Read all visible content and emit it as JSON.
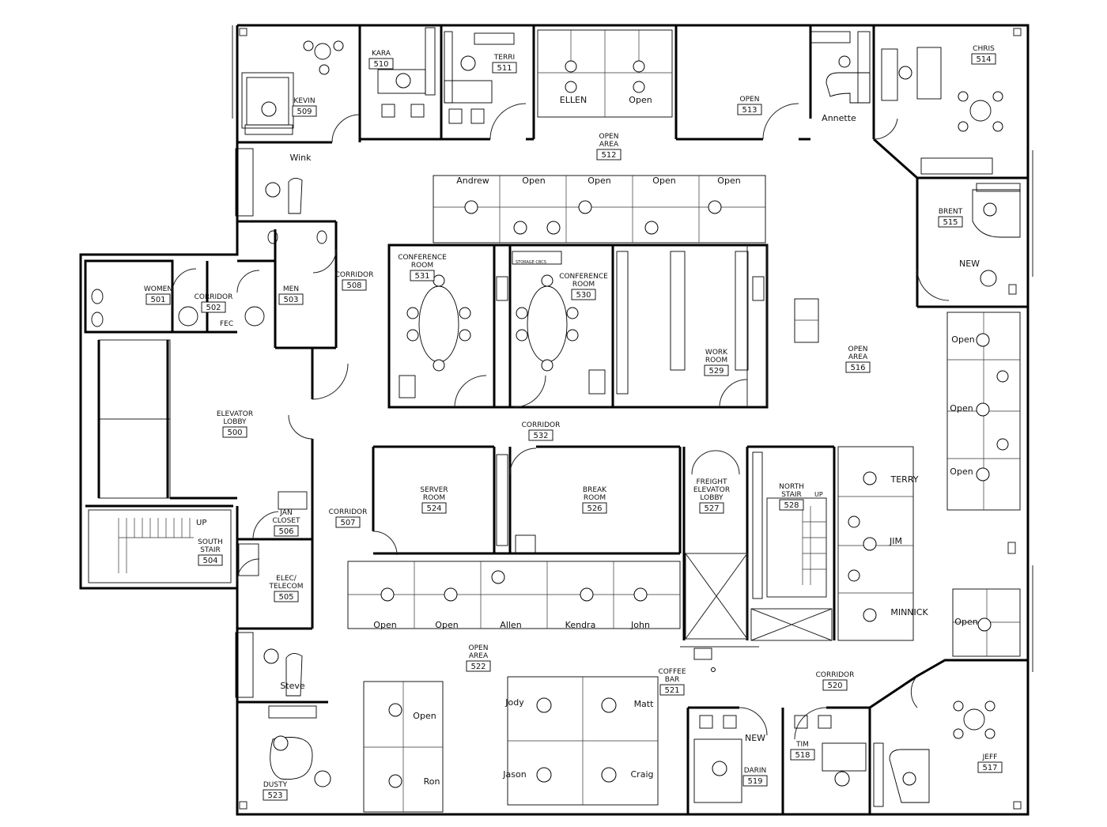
{
  "rooms": [
    {
      "id": "r509",
      "name": "KEVIN",
      "number": "509"
    },
    {
      "id": "r510",
      "name": "KARA",
      "number": "510"
    },
    {
      "id": "r511",
      "name": "TERRI",
      "number": "511"
    },
    {
      "id": "r512",
      "name": "OPEN|AREA",
      "number": "512"
    },
    {
      "id": "r513",
      "name": "OPEN",
      "number": "513"
    },
    {
      "id": "r514",
      "name": "CHRIS",
      "number": "514"
    },
    {
      "id": "r515",
      "name": "BRENT",
      "number": "515"
    },
    {
      "id": "r516",
      "name": "OPEN|AREA",
      "number": "516"
    },
    {
      "id": "r501",
      "name": "WOMEN",
      "number": "501"
    },
    {
      "id": "r502",
      "name": "CORRIDOR",
      "number": "502"
    },
    {
      "id": "r503",
      "name": "MEN",
      "number": "503"
    },
    {
      "id": "r508",
      "name": "CORRIDOR",
      "number": "508"
    },
    {
      "id": "r531",
      "name": "CONFERENCE|ROOM",
      "number": "531"
    },
    {
      "id": "r530",
      "name": "CONFERENCE|ROOM",
      "number": "530"
    },
    {
      "id": "r529",
      "name": "WORK|ROOM",
      "number": "529"
    },
    {
      "id": "r500",
      "name": "ELEVATOR|LOBBY",
      "number": "500"
    },
    {
      "id": "r532",
      "name": "CORRIDOR",
      "number": "532"
    },
    {
      "id": "r524",
      "name": "SERVER|ROOM",
      "number": "524"
    },
    {
      "id": "r526",
      "name": "BREAK|ROOM",
      "number": "526"
    },
    {
      "id": "r527",
      "name": "FREIGHT|ELEVATOR|LOBBY",
      "number": "527"
    },
    {
      "id": "r528",
      "name": "NORTH|STAIR",
      "number": "528"
    },
    {
      "id": "r507",
      "name": "CORRIDOR",
      "number": "507"
    },
    {
      "id": "r506",
      "name": "JAN|CLOSET",
      "number": "506"
    },
    {
      "id": "r504",
      "name": "SOUTH|STAIR",
      "number": "504"
    },
    {
      "id": "r505",
      "name": "ELEC/|TELECOM",
      "number": "505"
    },
    {
      "id": "r522",
      "name": "OPEN|AREA",
      "number": "522"
    },
    {
      "id": "r521",
      "name": "COFFEE|BAR",
      "number": "521"
    },
    {
      "id": "r520",
      "name": "CORRIDOR",
      "number": "520"
    },
    {
      "id": "r523",
      "name": "DUSTY",
      "number": "523"
    },
    {
      "id": "r519",
      "name": "DARIN",
      "number": "519"
    },
    {
      "id": "r518",
      "name": "TIM",
      "number": "518"
    },
    {
      "id": "r517",
      "name": "JEFF",
      "number": "517"
    }
  ],
  "occupants": [
    "Wink",
    "Annette",
    "ELLEN",
    "Open",
    "Andrew",
    "Open",
    "Open",
    "Open",
    "Open",
    "NEW",
    "Open",
    "Open",
    "Open",
    "TERRY",
    "JIM",
    "MINNICK",
    "Open",
    "Open",
    "Open",
    "Allen",
    "Kendra",
    "John",
    "Steve",
    "Open",
    "Ron",
    "Jody",
    "Matt",
    "Jason",
    "Craig",
    "NEW"
  ],
  "annotations": {
    "fec": "FEC",
    "up_south": "UP",
    "up_north": "UP",
    "storage": "STORAGE CBCS"
  },
  "colors": {
    "line": "#000000",
    "paper": "#ffffff"
  }
}
